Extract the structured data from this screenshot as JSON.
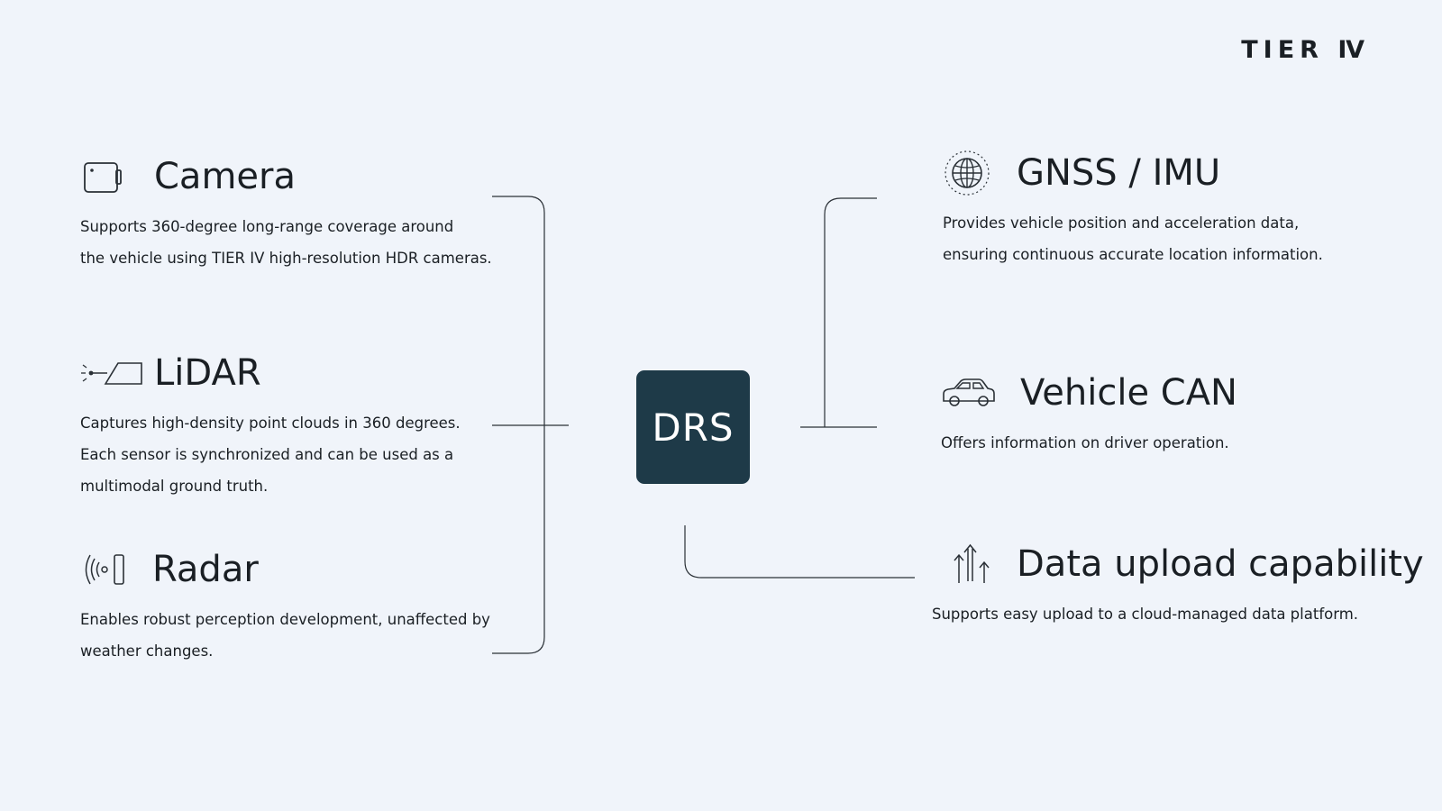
{
  "brand": {
    "logo": "TIER Ⅳ"
  },
  "center": {
    "label": "DRS"
  },
  "left": [
    {
      "id": "camera",
      "icon": "camera-icon",
      "title": "Camera",
      "lines": [
        "Supports 360-degree long-range coverage around",
        "the vehicle using TIER IV high-resolution HDR cameras."
      ]
    },
    {
      "id": "lidar",
      "icon": "lidar-icon",
      "title": "LiDAR",
      "lines": [
        "Captures high-density point clouds in 360 degrees.",
        "Each sensor is synchronized and can be used as a",
        "multimodal ground truth."
      ]
    },
    {
      "id": "radar",
      "icon": "radar-icon",
      "title": "Radar",
      "lines": [
        "Enables robust perception development, unaffected by",
        "weather changes."
      ]
    }
  ],
  "right": [
    {
      "id": "gnss",
      "icon": "globe-icon",
      "title": "GNSS / IMU",
      "lines": [
        "Provides vehicle position and acceleration data,",
        "ensuring continuous accurate location information."
      ]
    },
    {
      "id": "can",
      "icon": "car-icon",
      "title": "Vehicle CAN",
      "lines": [
        "Offers information on driver operation."
      ]
    },
    {
      "id": "upload",
      "icon": "upload-arrows-icon",
      "title": "Data upload capability",
      "lines": [
        "Supports easy upload to a cloud-managed data platform."
      ]
    }
  ],
  "colors": {
    "background": "#f0f4fa",
    "node": "#1e3a48",
    "text": "#1a1f24",
    "line": "#2a3036"
  }
}
